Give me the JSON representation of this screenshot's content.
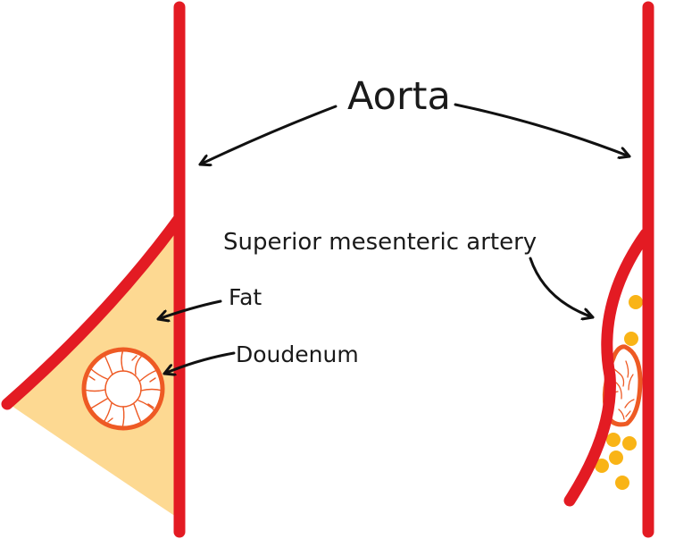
{
  "labels": {
    "aorta": "Aorta",
    "sma": "Superior mesenteric artery",
    "fat": "Fat",
    "duodenum": "Doudenum"
  },
  "colors": {
    "artery": "#e31b23",
    "fat_fill": "#fdd992",
    "duodenum_stroke": "#ee5a24",
    "fat_globule": "#f9b416",
    "arrow": "#111111"
  },
  "icons": {
    "arrow": "arrow-icon"
  }
}
